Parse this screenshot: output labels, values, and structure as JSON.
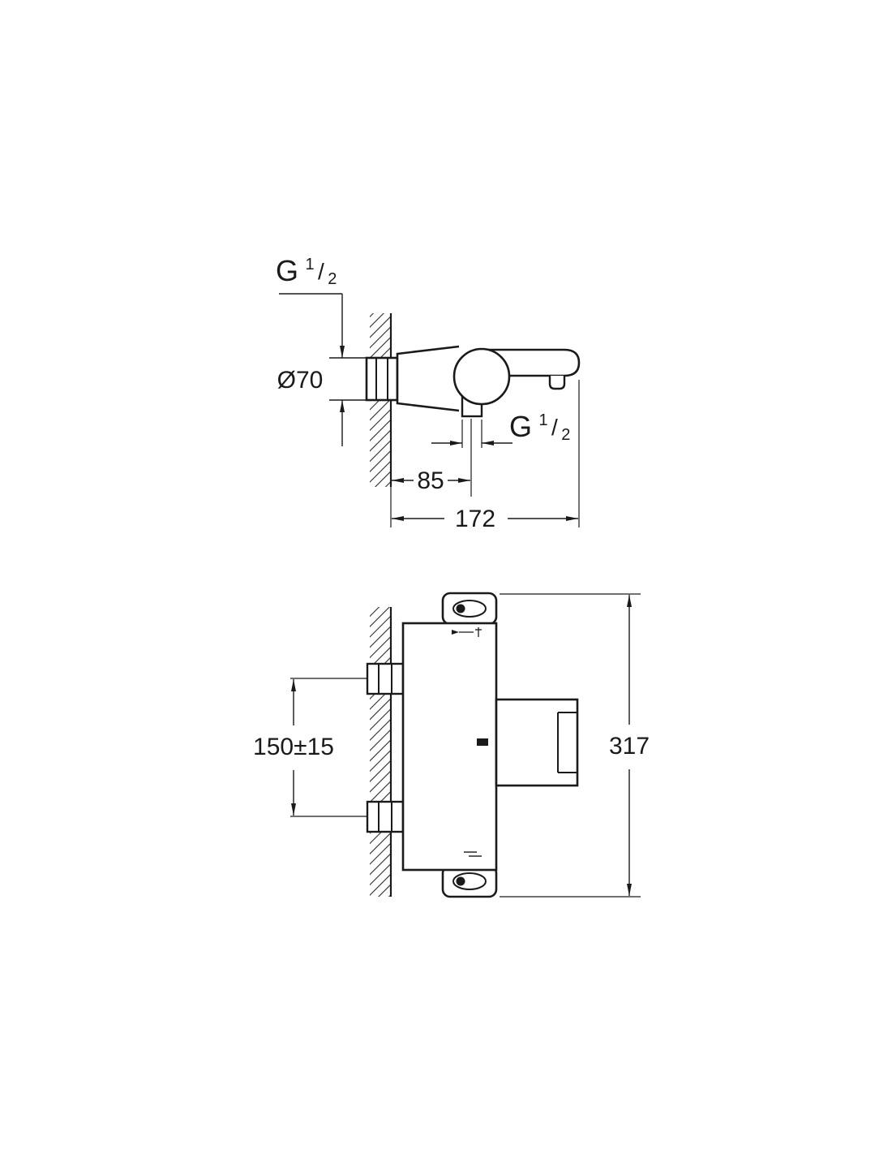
{
  "side_view": {
    "thread_top": {
      "g": "G",
      "num": "1",
      "slash": "/",
      "den": "2"
    },
    "diameter": "Ø70",
    "thread_outlet": {
      "g": "G",
      "num": "1",
      "slash": "/",
      "den": "2"
    },
    "dim_outlet_offset": "85",
    "dim_depth": "172"
  },
  "front_view": {
    "dim_inlet_spacing": "150±15",
    "dim_height": "317"
  },
  "colors": {
    "line": "#1a1a1a",
    "background": "#ffffff"
  }
}
